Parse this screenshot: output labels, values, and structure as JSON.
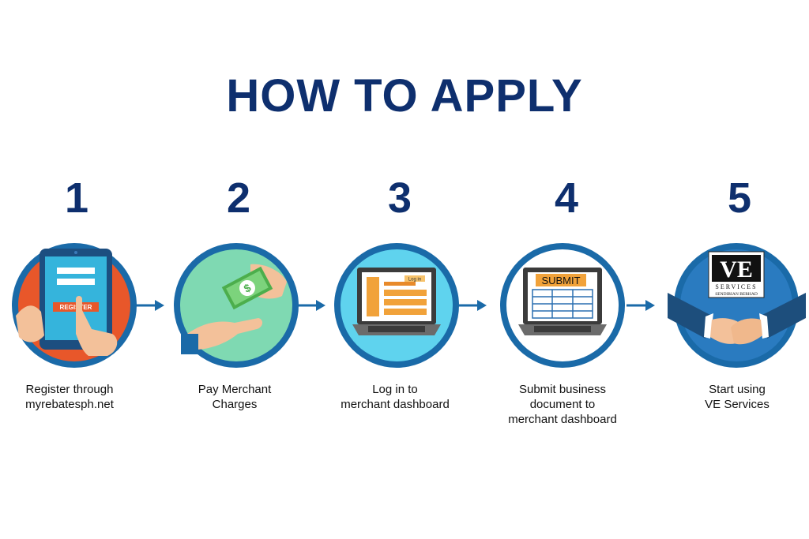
{
  "title": "HOW TO APPLY",
  "colors": {
    "title": "#0e2f6e",
    "ring": "#1a6aa8",
    "arrow": "#1a6aa8"
  },
  "steps": [
    {
      "number": "1",
      "icon": "tablet-register-icon",
      "button_text": "REGISTER",
      "caption": [
        "Register through",
        "myrebatesph.net"
      ]
    },
    {
      "number": "2",
      "icon": "hand-money-icon",
      "caption": [
        "Pay Merchant",
        "Charges"
      ]
    },
    {
      "number": "3",
      "icon": "laptop-login-icon",
      "button_text": "Log in",
      "caption": [
        "Log in to",
        "merchant dashboard"
      ]
    },
    {
      "number": "4",
      "icon": "laptop-submit-icon",
      "button_text": "SUBMIT",
      "caption": [
        "Submit business",
        "document to",
        "merchant dashboard"
      ]
    },
    {
      "number": "5",
      "icon": "handshake-icon",
      "logo_text": "VE",
      "logo_sub1": "SERVICES",
      "logo_sub2": "SENDIRIAN BERHAD",
      "caption": [
        "Start using",
        "VE Services"
      ]
    }
  ]
}
